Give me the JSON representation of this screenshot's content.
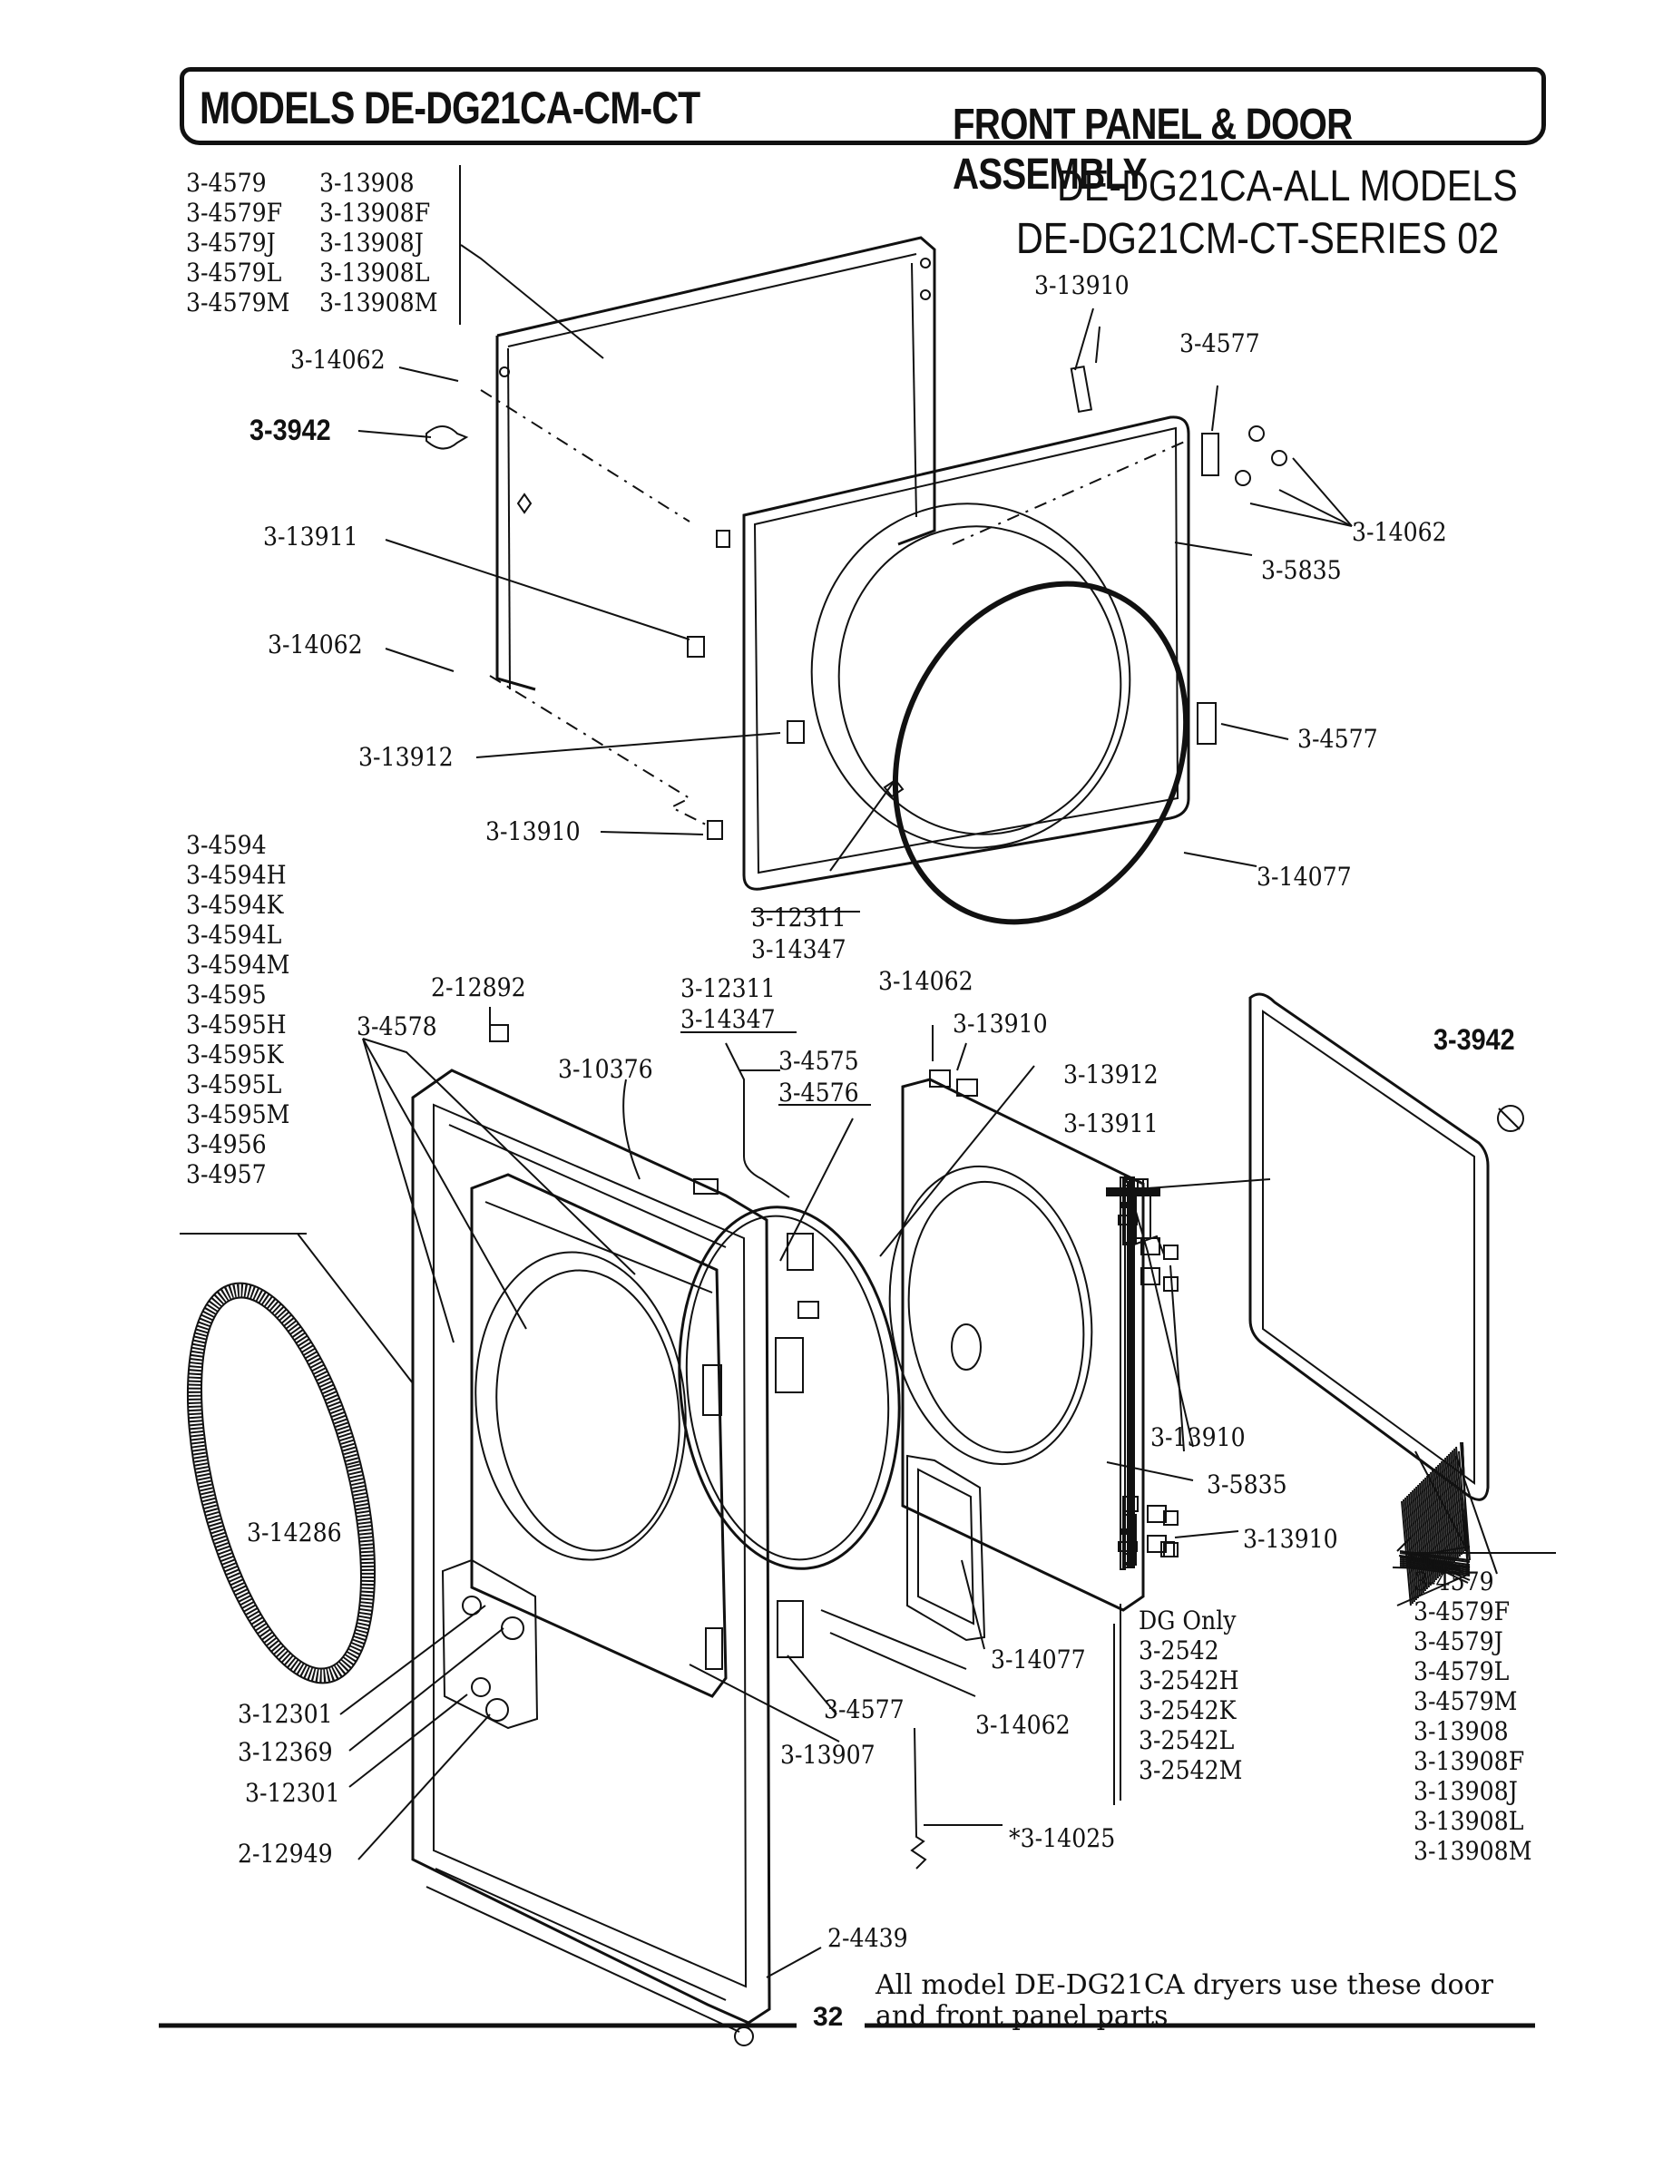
{
  "header": {
    "models": "MODELS DE-DG21CA-CM-CT",
    "section": "FRONT PANEL & DOOR ASSEMBLY"
  },
  "subtitle": {
    "line1": "DE-DG21CA-ALL MODELS",
    "line2": "DE-DG21CM-CT-SERIES 02"
  },
  "labels": {
    "top_left_col1": [
      "3-4579",
      "3-4579F",
      "3-4579J",
      "3-4579L",
      "3-4579M"
    ],
    "top_left_col2": [
      "3-13908",
      "3-13908F",
      "3-13908J",
      "3-13908L",
      "3-13908M"
    ],
    "screw_top_left": "3-14062",
    "knob_top_left": "3-3942",
    "part_13911_top": "3-13911",
    "screw_mid_left": "3-14062",
    "part_13912_top": "3-13912",
    "part_13910_top_left": "3-13910",
    "part_13910_top_right": "3-13910",
    "hinge_top_right": "3-4577",
    "screws_top_right": "3-14062",
    "panel_top": "3-5835",
    "hinge_mid_right": "3-4577",
    "gasket_top": "3-14077",
    "part_12311_a": "3-12311",
    "part_14347_a": "3-14347",
    "left_col_lower": [
      "3-4594",
      "3-4594H",
      "3-4594K",
      "3-4594L",
      "3-4594M",
      "3-4595",
      "3-4595H",
      "3-4595K",
      "3-4595L",
      "3-4595M",
      "3-4956",
      "3-4957"
    ],
    "part_4578": "3-4578",
    "part_2_12892": "2-12892",
    "part_10376": "3-10376",
    "part_12311_b": "3-12311",
    "part_14347_b": "3-14347",
    "part_14062_lower": "3-14062",
    "part_13910_lower": "3-13910",
    "part_4575": "3-4575",
    "part_4576": "3-4576",
    "part_13912_lower": "3-13912",
    "part_13911_lower": "3-13911",
    "knob_lower_right": "3-3942",
    "seal_left": "3-14286",
    "part_13910_right_a": "3-13910",
    "panel_lower": "3-5835",
    "part_13910_right_b": "3-13910",
    "gasket_lower": "3-14077",
    "hinge_lower": "3-4577",
    "screw_lower": "3-14062",
    "part_13907": "3-13907",
    "bottom_left_stack": [
      "3-12301",
      "3-12369",
      "3-12301",
      "2-12949"
    ],
    "dg_only_title": "DG Only",
    "dg_only_parts": [
      "3-2542",
      "3-2542H",
      "3-2542K",
      "3-2542L",
      "3-2542M"
    ],
    "right_col_lower": [
      "3-4579",
      "3-4579F",
      "3-4579J",
      "3-4579L",
      "3-4579M",
      "3-13908",
      "3-13908F",
      "3-13908J",
      "3-13908L",
      "3-13908M"
    ],
    "part_14025": "*3-14025",
    "part_2_4439": "2-4439"
  },
  "note": {
    "line1": "All model DE-DG21CA dryers use these door",
    "line2": "and front panel parts"
  },
  "page_number": "32"
}
